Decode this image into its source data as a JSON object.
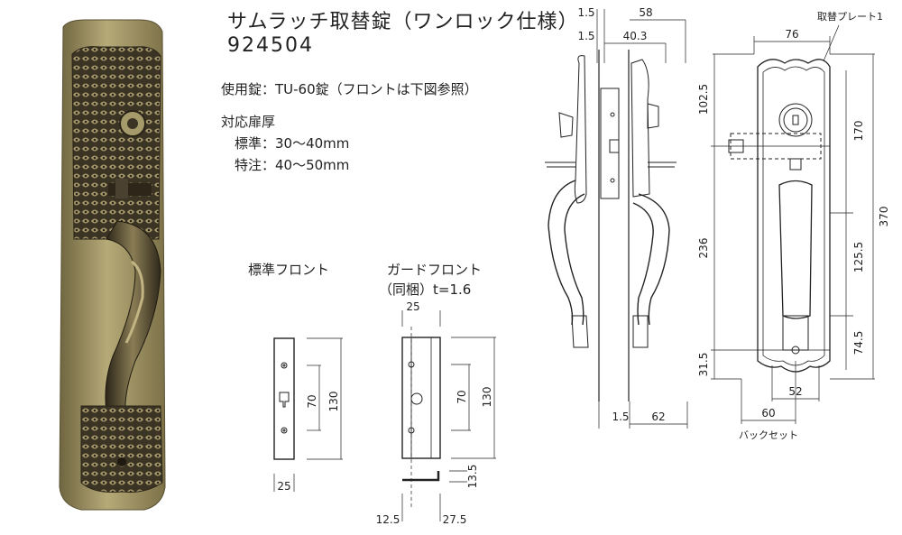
{
  "product": {
    "title": "サムラッチ取替錠（ワンロック仕様）",
    "code": "924504",
    "usage": "使用錠：TU-60錠（フロントは下図参照）",
    "thickness_heading": "対応扉厚",
    "thickness_standard": "標準：30～40mm",
    "thickness_special": "特注：40～50mm"
  },
  "fronts": {
    "standard_label": "標準フロント",
    "guard_label": "ガードフロント",
    "guard_sub": "（同梱）t=1.6",
    "std_dims": {
      "h70": "70",
      "h130": "130",
      "w25": "25"
    },
    "guard_dims": {
      "w25": "25",
      "h70": "70",
      "h130": "130",
      "d13_5": "13.5",
      "d12_5": "12.5",
      "d27_5": "27.5"
    }
  },
  "side_view": {
    "d1_5_a": "1.5",
    "d58": "58",
    "d1_5_b": "1.5",
    "d40_3": "40.3",
    "d1_5_c": "1.5",
    "d62": "62"
  },
  "front_view": {
    "plate_note": "取替プレート1",
    "d76": "76",
    "d102_5": "102.5",
    "d170": "170",
    "d370": "370",
    "d236": "236",
    "d125_5": "125.5",
    "d74_5": "74.5",
    "d31_5": "31.5",
    "d52": "52",
    "d60": "60",
    "backset": "バックセット"
  },
  "colors": {
    "brass_dark": "#3a3222",
    "brass_mid": "#7d7452",
    "brass_light": "#b9ad7e",
    "plate": "#9a8f60"
  }
}
